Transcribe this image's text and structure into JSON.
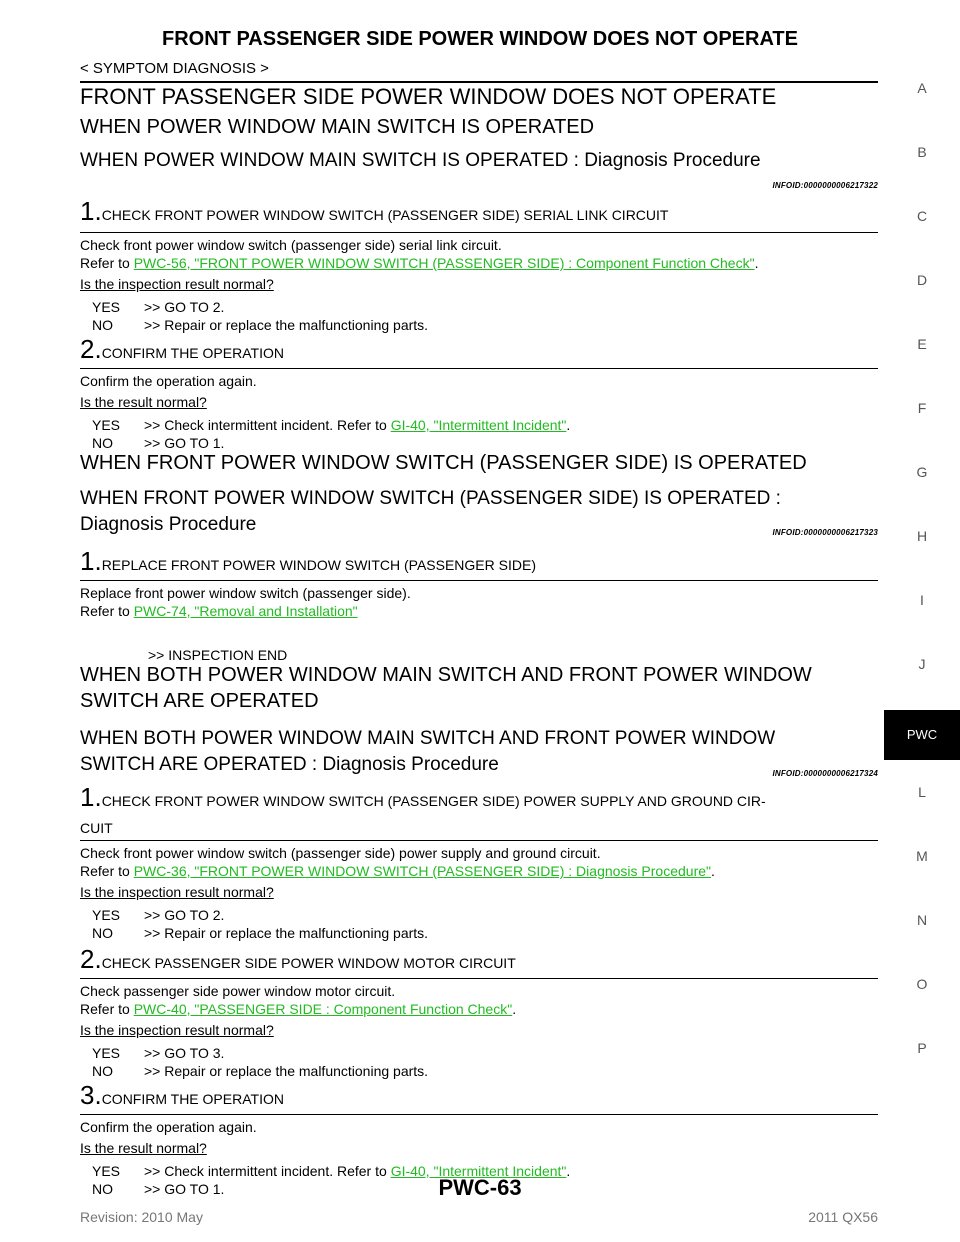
{
  "header": {
    "title": "FRONT PASSENGER SIDE POWER WINDOW DOES NOT OPERATE",
    "breadcrumb": "< SYMPTOM DIAGNOSIS >"
  },
  "tabs": [
    "A",
    "B",
    "C",
    "D",
    "E",
    "F",
    "G",
    "H",
    "I",
    "J",
    "PWC",
    "L",
    "M",
    "N",
    "O",
    "P"
  ],
  "doc": {
    "title": "FRONT PASSENGER SIDE POWER WINDOW DOES NOT OPERATE",
    "sec1": {
      "heading": "WHEN POWER WINDOW MAIN SWITCH IS OPERATED",
      "subheading": "WHEN POWER WINDOW MAIN SWITCH IS OPERATED : Diagnosis Procedure",
      "infoid": "INFOID:0000000006217322",
      "s1": {
        "num": "1.",
        "title": "CHECK FRONT POWER WINDOW SWITCH (PASSENGER SIDE) SERIAL LINK CIRCUIT",
        "line1": "Check front power window switch (passenger side) serial link circuit.",
        "refer": "Refer to ",
        "link": "PWC-56, \"FRONT POWER WINDOW SWITCH (PASSENGER SIDE) : Component Function Check\"",
        "end": ".",
        "question": "Is the inspection result normal?",
        "yes_k": "YES",
        "yes_v": ">> GO TO 2.",
        "no_k": "NO",
        "no_v": ">> Repair or replace the malfunctioning parts."
      },
      "s2": {
        "num": "2.",
        "title": "CONFIRM THE OPERATION",
        "line1": "Confirm the operation again.",
        "question": "Is the result normal?",
        "yes_k": "YES",
        "yes_v": ">> Check intermittent incident. Refer to ",
        "yes_link": "GI-40, \"Intermittent Incident\"",
        "yes_end": ".",
        "no_k": "NO",
        "no_v": ">> GO TO 1."
      }
    },
    "sec2": {
      "heading": "WHEN FRONT POWER WINDOW SWITCH (PASSENGER SIDE) IS OPERATED",
      "subheading1": "WHEN FRONT POWER WINDOW SWITCH (PASSENGER SIDE) IS OPERATED :",
      "subheading2": "Diagnosis Procedure",
      "infoid": "INFOID:0000000006217323",
      "s1": {
        "num": "1.",
        "title": "REPLACE FRONT POWER WINDOW SWITCH (PASSENGER SIDE)",
        "line1": "Replace front power window switch (passenger side).",
        "refer": "Refer to ",
        "link": "PWC-74, \"Removal and Installation\"",
        "end": ">> INSPECTION END"
      }
    },
    "sec3": {
      "heading1": "WHEN BOTH POWER WINDOW MAIN SWITCH AND FRONT POWER WINDOW",
      "heading2": "SWITCH ARE OPERATED",
      "subheading1": "WHEN BOTH POWER WINDOW MAIN SWITCH AND FRONT POWER WINDOW",
      "subheading2": "SWITCH ARE OPERATED : Diagnosis Procedure",
      "infoid": "INFOID:0000000006217324",
      "s1": {
        "num": "1.",
        "title1": "CHECK FRONT POWER WINDOW SWITCH (PASSENGER SIDE) POWER SUPPLY AND GROUND CIR-",
        "title2": "CUIT",
        "line1": "Check front power window switch (passenger side) power supply and ground circuit.",
        "refer": "Refer to ",
        "link": "PWC-36, \"FRONT POWER WINDOW SWITCH (PASSENGER SIDE) : Diagnosis Procedure\"",
        "end": ".",
        "question": "Is the inspection result normal?",
        "yes_k": "YES",
        "yes_v": ">> GO TO 2.",
        "no_k": "NO",
        "no_v": ">> Repair or replace the malfunctioning parts."
      },
      "s2": {
        "num": "2.",
        "title": "CHECK PASSENGER SIDE POWER WINDOW MOTOR CIRCUIT",
        "line1": "Check passenger side power window motor circuit.",
        "refer": "Refer to ",
        "link": "PWC-40, \"PASSENGER SIDE : Component Function Check\"",
        "end": ".",
        "question": "Is the inspection result normal?",
        "yes_k": "YES",
        "yes_v": ">> GO TO 3.",
        "no_k": "NO",
        "no_v": ">> Repair or replace the malfunctioning parts."
      },
      "s3": {
        "num": "3.",
        "title": "CONFIRM THE OPERATION",
        "line1": "Confirm the operation again.",
        "question": "Is the result normal?",
        "yes_k": "YES",
        "yes_v": ">> Check intermittent incident. Refer to ",
        "yes_link": "GI-40, \"Intermittent Incident\"",
        "yes_end": ".",
        "no_k": "NO",
        "no_v": ">> GO TO 1."
      }
    }
  },
  "footer": {
    "revision": "Revision: 2010 May",
    "page": "PWC-63",
    "model": "2011 QX56"
  },
  "colors": {
    "link": "#22bb22",
    "tab_active_bg": "#000000"
  }
}
